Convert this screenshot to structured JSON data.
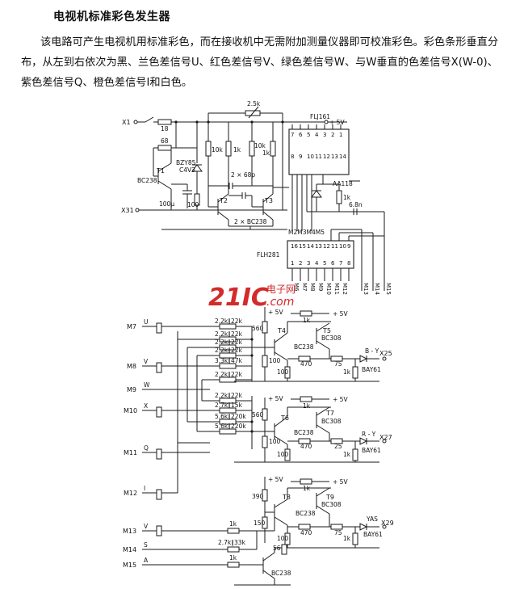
{
  "title": "电视机标准彩色发生器",
  "paragraph": "该电路可产生电视机用标准彩色，而在接收机中无需附加测量仪器即可校准彩色。彩色条形垂直分布，从左到右依次为黑、兰色差信号U、红色差信号V、绿色差信号W、与W垂直的色差信号X(W-0)、紫色差信号Q、橙色差信号I和白色。",
  "watermark": {
    "num": "21IC",
    "cn": "电子网",
    "com": ".com"
  },
  "terminals": {
    "x1": "X1",
    "x31": "X31",
    "m7": "M7",
    "m8": "M8",
    "m9": "M9",
    "m10": "M10",
    "m11": "M11",
    "m12": "M12",
    "m13": "M13",
    "m14": "M14",
    "m15": "M15",
    "x25": "X25",
    "x27": "X27",
    "x29": "X29"
  },
  "signals": {
    "u": "U",
    "v": "V",
    "w": "W",
    "x": "X",
    "q": "Q",
    "i": "I",
    "s": "S",
    "v2": "V",
    "a": "A",
    "by": "B - Y",
    "ry": "R - Y",
    "yas": "YAS"
  },
  "ics": {
    "flj": "FLJ161",
    "flh": "FLH281"
  },
  "supply": {
    "v5a": "+ 5V",
    "v5b": "+ 5V",
    "v5c": "+ 5V",
    "v5d": "+ 5V",
    "v5e": "+ 5V",
    "v5f": "+ 5V",
    "v5g": "+ 5V"
  },
  "flj_top_pins": [
    "7",
    "6",
    "5",
    "4",
    "3",
    "2",
    "1"
  ],
  "flj_bot_pins": [
    "8",
    "9",
    "10",
    "11",
    "12",
    "13",
    "14"
  ],
  "flh_top_pins": [
    "16",
    "15",
    "14",
    "13",
    "12",
    "11",
    "10",
    "9"
  ],
  "flh_bot_pins": [
    "1",
    "2",
    "3",
    "4",
    "5",
    "6",
    "7",
    "8"
  ],
  "flh_m_top": "M2M3M4M5",
  "m_outputs": [
    "M6",
    "M7",
    "M8",
    "M9",
    "M10",
    "M11",
    "M12",
    "M13",
    "M14",
    "M15"
  ],
  "top": {
    "r18": "18",
    "r68": "68",
    "t1": "T1",
    "bc238a": "BC238",
    "zener": "BZY85",
    "zener2": "C4V3",
    "cap100u": "100μ",
    "r100": "100",
    "r10ka": "10k",
    "r1ka": "1k",
    "r10kb": "10k",
    "r1kb": "1k",
    "pot": "2.5k",
    "cap2x68": "2 × 68p",
    "t2": "T2",
    "t3": "T3",
    "bc2x": "2 × BC238",
    "aa118": "AA118",
    "r1kc": "1k",
    "cap68n": "6.8n"
  },
  "matrix": {
    "r1": "2.2k∥22k",
    "r2": "2.2k∥22k",
    "r3": "2.2k∥22k",
    "r4": "2.2k∥22k",
    "r5": "3.3k∥47k",
    "r6": "2.2k∥22k",
    "r7": "2.2k∥22k",
    "r8": "2.7k∥15k",
    "r9": "5.6k∥220k",
    "r10": "5.6k∥220k"
  },
  "amp1": {
    "r560": "560",
    "r1k": "1k",
    "t4": "T4",
    "t5": "T5",
    "bc308": "BC308",
    "bc238": "BC238",
    "r100a": "100",
    "r100b": "100",
    "r470": "470",
    "r75": "75",
    "r1k2": "1k",
    "bay": "BAY61"
  },
  "amp2": {
    "r560": "560",
    "r1k": "1k",
    "t6": "T6",
    "t7": "T7",
    "bc308": "BC308",
    "bc238": "BC238",
    "r100a": "100",
    "r100b": "100",
    "r470": "470",
    "r25": "25",
    "r1k2": "1k",
    "bay": "BAY61"
  },
  "amp3": {
    "r390": "390",
    "r1k": "1k",
    "t8": "T8",
    "t9": "T9",
    "bc308": "BC308",
    "bc238": "BC238",
    "r150": "150",
    "r100": "100",
    "r470": "470",
    "r75": "75",
    "r1k2": "1k",
    "bay": "BAY61",
    "r1ka": "1k",
    "r2733": "2.7k∥33k",
    "r1kb": "1k",
    "r56": "56",
    "bc238b": "BC238"
  }
}
